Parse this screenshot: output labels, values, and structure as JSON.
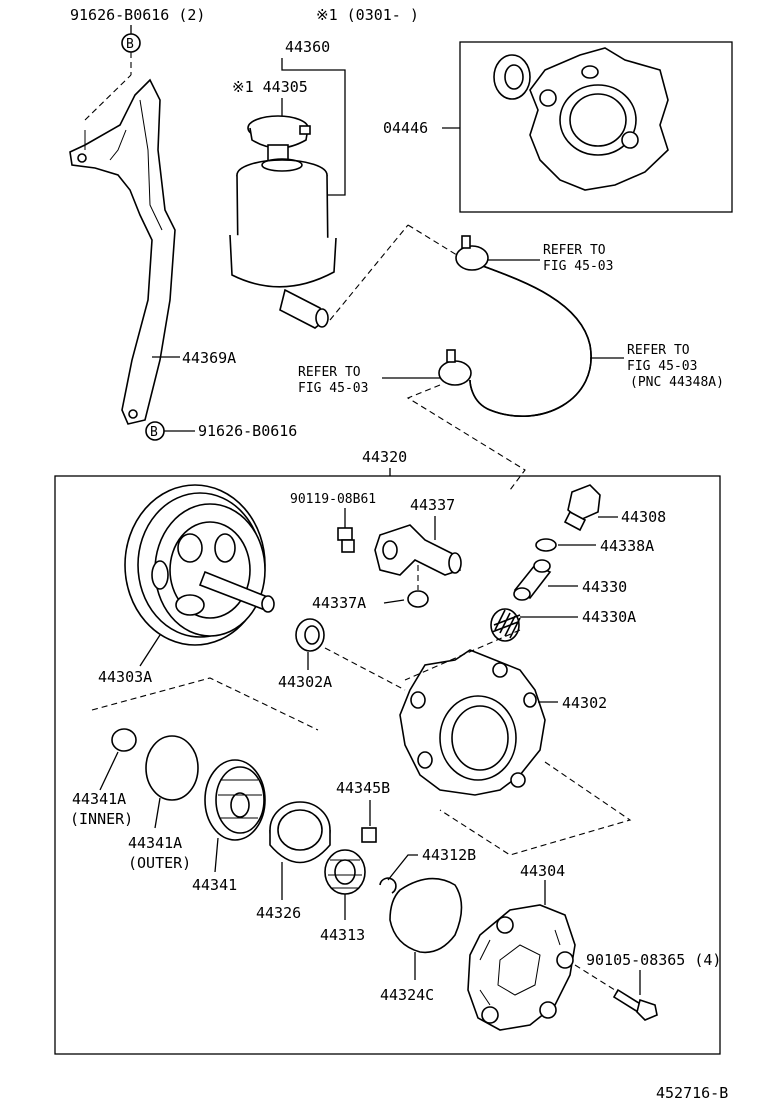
{
  "labels": {
    "bolt_top": "91626-B0616 (2)",
    "b_top": "B",
    "note_top": "※1 (0301-        )",
    "reservoir": "44360",
    "cap": "※1 44305",
    "seal_kit": "04446",
    "bracket": "44369A",
    "b_bottom": "B",
    "bolt_bottom": "91626-B0616",
    "refer1": "REFER TO",
    "refer1b": "FIG 45-03",
    "refer2": "REFER TO",
    "refer2b": "FIG 45-03",
    "refer3": "REFER TO",
    "refer3b": "FIG 45-03",
    "refer3c": "(PNC 44348A)",
    "pump_assy": "44320",
    "bolt_union": "90119-08B61",
    "union": "44337",
    "oring_union": "44337A",
    "valve_plug": "44308",
    "oring_plug": "44338A",
    "flow_valve": "44330",
    "spring": "44330A",
    "pulley": "44303A",
    "oil_seal": "44302A",
    "housing": "44302",
    "oring_inner": "44341A",
    "inner_txt": "(INNER)",
    "oring_outer": "44341A",
    "outer_txt": "(OUTER)",
    "plate": "44341",
    "cam_ring": "44326",
    "vane": "44345B",
    "snap_ring": "44312B",
    "rotor": "44313",
    "gasket": "44324C",
    "rear_housing": "44304",
    "bolt_rear": "90105-08365 (4)",
    "fig_no": "452716-B"
  }
}
